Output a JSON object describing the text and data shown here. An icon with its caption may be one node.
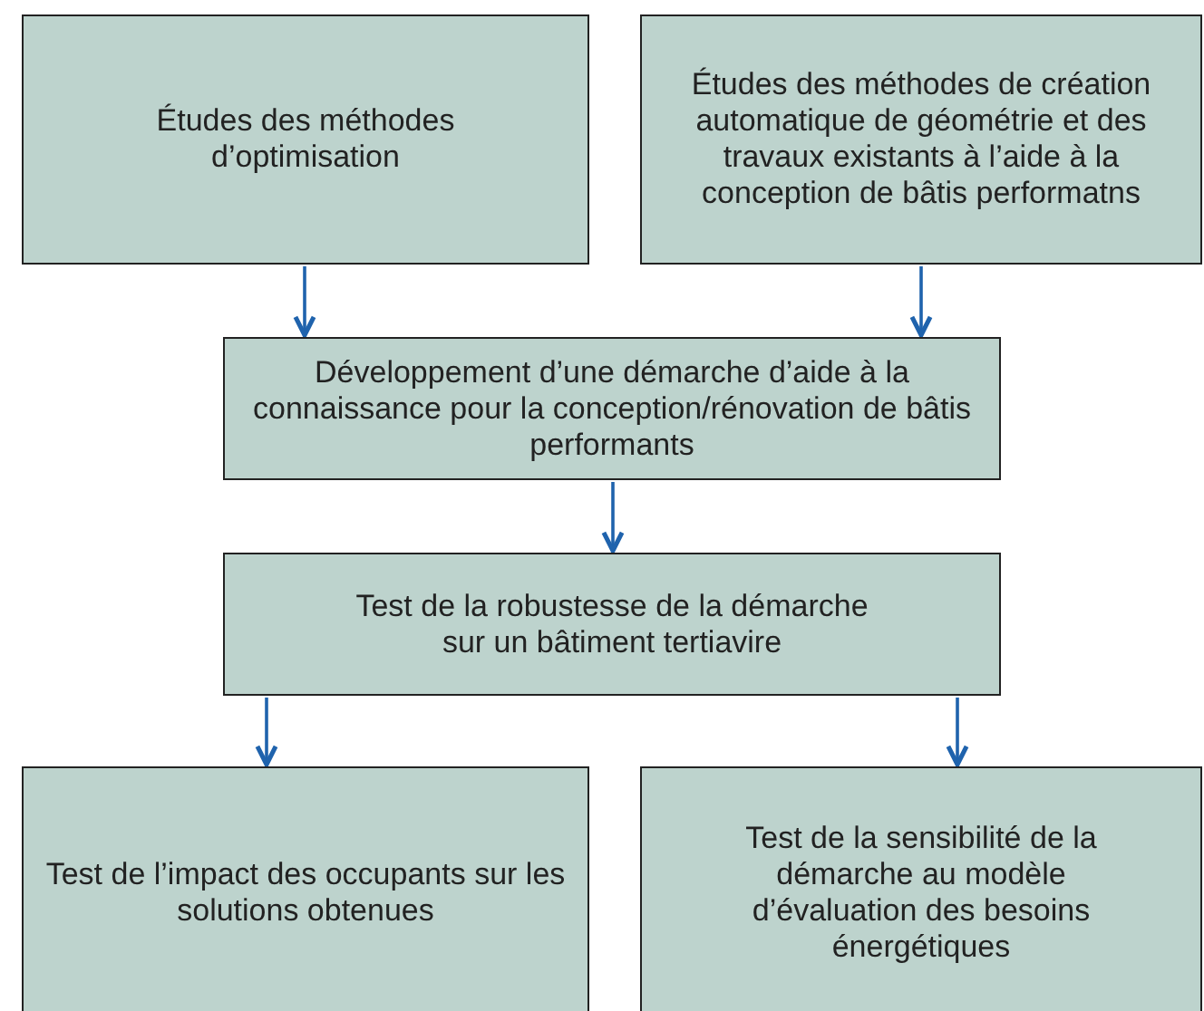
{
  "diagram": {
    "nodes": [
      {
        "text": [
          "Études des méthodes d’optimisation"
        ]
      },
      {
        "text": [
          "Études des méthodes de création automatique de géométrie et des travaux existants à l’aide à la conception de bâtis performatns"
        ]
      },
      {
        "text": [
          "Développement d’une démarche d’aide à la connaissance pour la conception/rénovation de bâtis performants"
        ]
      },
      {
        "text": [
          "Test de la robustesse de la démarche sur un bâtiment tertiavire"
        ]
      },
      {
        "text": [
          "Test de l’impact des occupants sur les solutions obtenues"
        ]
      },
      {
        "text": [
          "Test de la sensibilité de la démarche au modèle d’évaluation des besoins énergétiques"
        ]
      }
    ],
    "edges": [
      {
        "from": 0,
        "to": 2,
        "arrow": "to"
      },
      {
        "from": 1,
        "to": 2,
        "arrow": "to"
      },
      {
        "from": 2,
        "to": 3,
        "arrow": "to"
      },
      {
        "from": 3,
        "to": 4,
        "arrow": "to"
      },
      {
        "from": 3,
        "to": 5,
        "arrow": "to"
      }
    ]
  }
}
